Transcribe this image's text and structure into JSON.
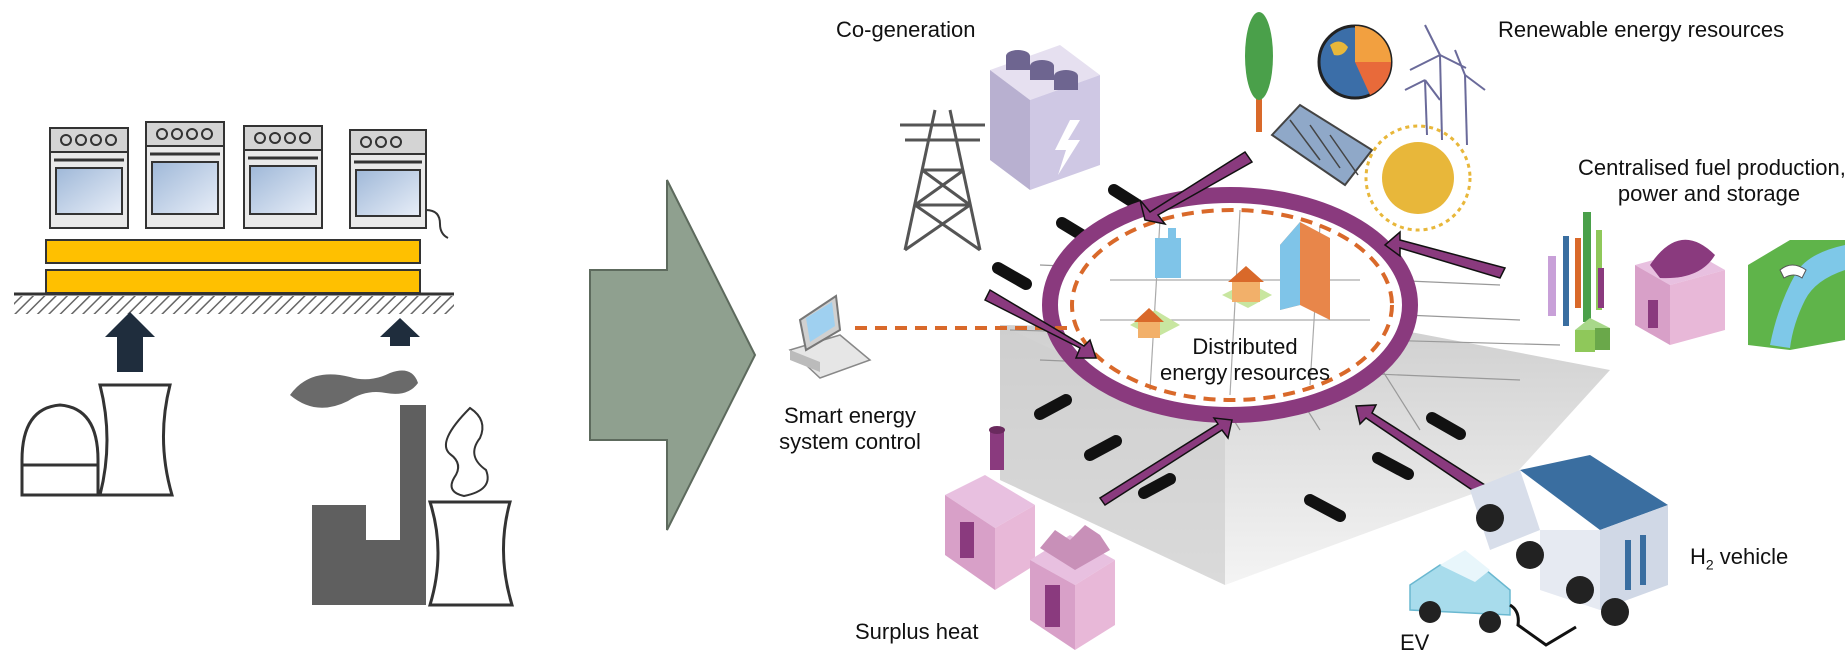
{
  "labels": {
    "cogeneration": "Co-generation",
    "renewable": "Renewable energy resources",
    "centralised_line1": "Centralised fuel production,",
    "centralised_line2": "power and storage",
    "smart_line1": "Smart energy",
    "smart_line2": "system control",
    "distributed_line1": "Distributed",
    "distributed_line2": "energy resources",
    "surplus": "Surplus heat",
    "h2_prefix": "H",
    "h2_sub": "2",
    "h2_suffix": " vehicle",
    "ev": "EV"
  },
  "colors": {
    "ring_purple": "#8a3a7e",
    "dashed_orange": "#d9692a",
    "yellow_bar": "#ffc000",
    "arrow_gray_green": "#8fa08f",
    "dark_navy": "#1f2d3d",
    "pink_building": "#d8a0c8",
    "sun_yellow": "#e8b73a"
  },
  "icons": {
    "stoves": "electric-stove-icon",
    "nuclear": "nuclear-plant-icon",
    "factory": "coal-factory-icon",
    "transition_arrow": "large-arrow-icon",
    "pylon": "power-pylon-icon",
    "chp": "cogeneration-unit-icon",
    "tree": "tree-icon",
    "solar_panel": "solar-panel-icon",
    "earth": "earth-globe-icon",
    "wind": "wind-turbine-icon",
    "sun": "sun-icon",
    "computer": "computer-icon",
    "truck": "hydrogen-truck-icon",
    "car": "electric-car-icon"
  }
}
